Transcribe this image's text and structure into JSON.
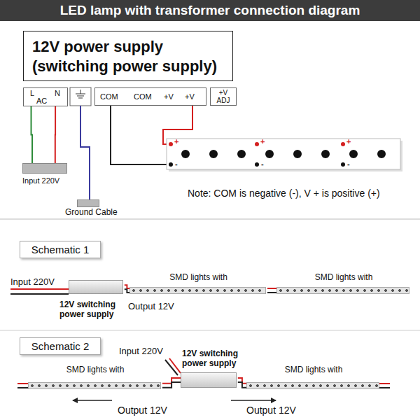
{
  "diagram": {
    "title": "LED lamp with transformer connection diagram",
    "nodes": [
      {
        "text": [
          "12V power supply (switching power supply)"
        ]
      },
      {
        "text": [
          "L",
          "N",
          "AC"
        ]
      },
      {
        "text": [
          "COM",
          "COM",
          "+V",
          "+V"
        ]
      },
      {
        "text": [
          "+V ADJ"
        ]
      },
      {
        "text": [
          "Input 220V"
        ]
      },
      {
        "text": [
          "Ground Cable"
        ]
      },
      {
        "text": [
          "Schematic 1"
        ]
      },
      {
        "text": [
          "12V switching power supply"
        ]
      },
      {
        "text": [
          "SMD lights with"
        ]
      },
      {
        "text": [
          "SMD lights with"
        ]
      },
      {
        "text": [
          "Schematic 2"
        ]
      },
      {
        "text": [
          "12V switching power supply"
        ]
      },
      {
        "text": [
          "SMD lights with"
        ]
      },
      {
        "text": [
          "SMD lights with"
        ]
      }
    ],
    "edges": [
      {
        "from": 1,
        "to": 4,
        "arrow": "none"
      },
      {
        "from": 1,
        "to": 4,
        "arrow": "none"
      },
      {
        "from": 7,
        "to": 8,
        "arrow": "none"
      },
      {
        "from": 8,
        "to": 9,
        "arrow": "none"
      },
      {
        "from": 11,
        "to": 12,
        "arrow": "none"
      },
      {
        "from": 11,
        "to": 13,
        "arrow": "none"
      }
    ],
    "labels": [
      "Note: COM is negative (-), V + is positive (+)",
      "+",
      "-",
      "+",
      "-",
      "+",
      "-",
      "Input 220V",
      "Output 12V",
      "Input 220V",
      "Output 12V",
      "Output 12V"
    ]
  }
}
